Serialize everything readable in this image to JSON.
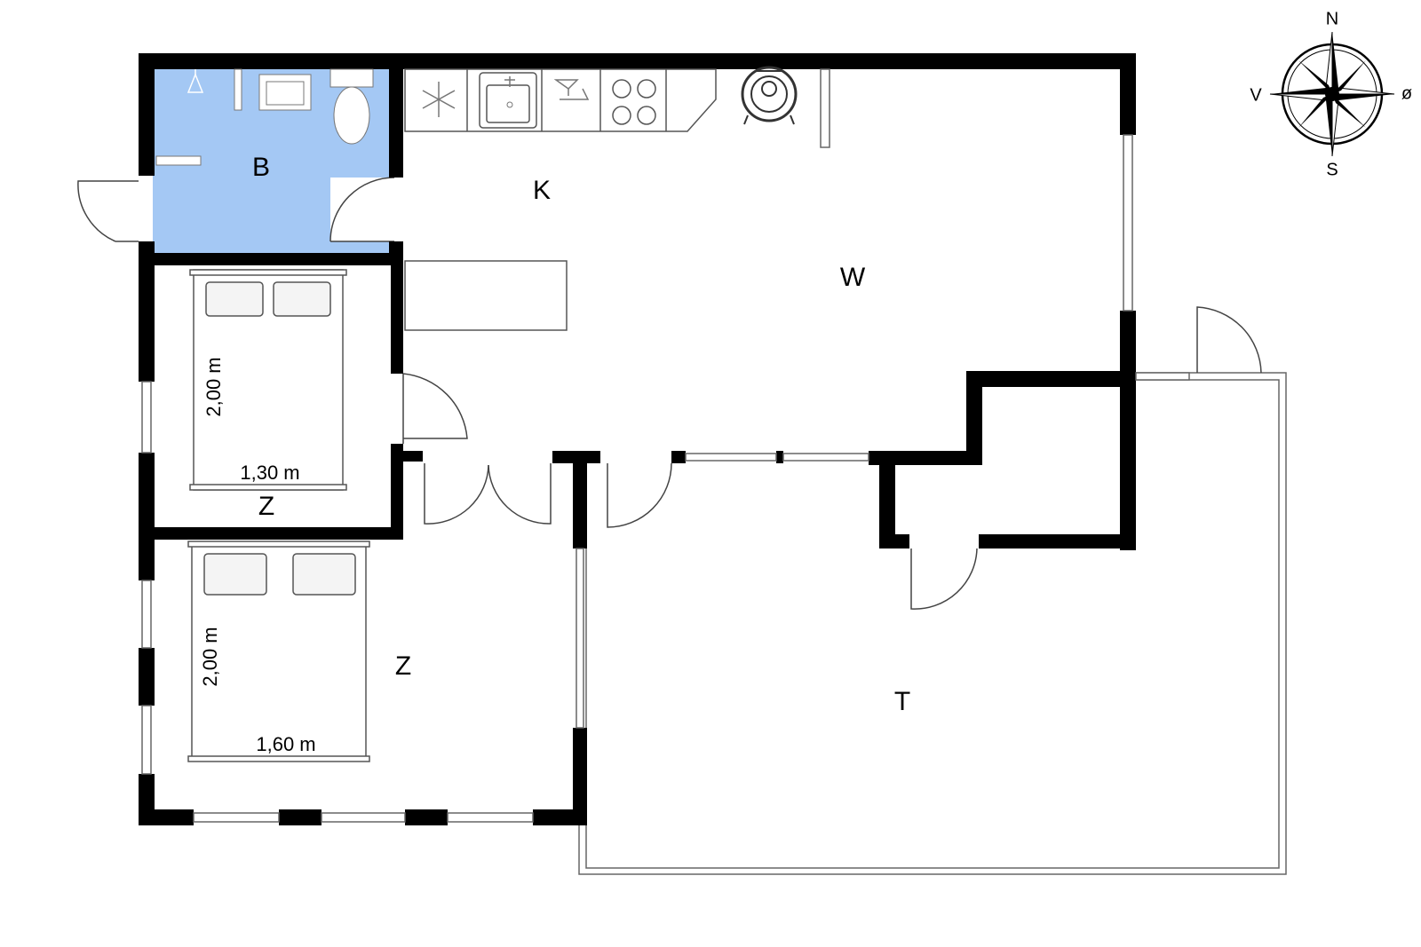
{
  "colors": {
    "bathroom_fill": "#a4c8f4",
    "wall": "#000000",
    "background": "#ffffff"
  },
  "rooms": {
    "bathroom": "B",
    "kitchen": "K",
    "living": "W",
    "bedroom_small": "Z",
    "bedroom_large": "Z",
    "terrace": "T"
  },
  "dimensions": {
    "bed_small_length": "2,00 m",
    "bed_small_width": "1,30 m",
    "bed_large_length": "2,00 m",
    "bed_large_width": "1,60 m"
  },
  "compass": {
    "north": "N",
    "south": "S",
    "west": "V",
    "east": "ø"
  },
  "icons": [
    "fridge-icon",
    "sink-icon",
    "dishwasher-icon",
    "stove-icon",
    "wood-stove-icon",
    "shower-icon",
    "toilet-icon",
    "compass-rose-icon"
  ]
}
